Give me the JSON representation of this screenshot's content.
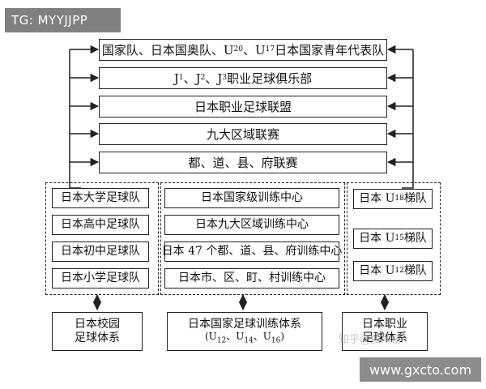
{
  "watermark_tag": "TG: MYYJJPP",
  "watermark_url": "www.gxcto.com",
  "watermark_zhihu": "知乎@独木桥",
  "tiers": {
    "t1": {
      "a": "国家队、日本国奥队、U",
      "s1": "20",
      "b": "、U",
      "s2": "17",
      "c": " 日本国家青年代表队"
    },
    "t2": {
      "a": "J",
      "s1": "1",
      "b": "、J",
      "s2": "2",
      "c": "、J",
      "s3": "3",
      "d": " 职业足球俱乐部"
    },
    "t3": "日本职业足球联盟",
    "t4": "九大区域联赛",
    "t5": "都、道、县、府联赛"
  },
  "left_group": [
    "日本大学足球队",
    "日本高中足球队",
    "日本初中足球队",
    "日本小学足球队"
  ],
  "middle_group": [
    "日本国家级训练中心",
    "日本九大区域训练中心",
    "日本 47 个都、道、县、府训练中心",
    "日本市、区、町、村训练中心"
  ],
  "right_group": [
    {
      "a": "日本 U",
      "s": "18",
      "b": " 梯队"
    },
    {
      "a": "日本 U",
      "s": "15",
      "b": " 梯队"
    },
    {
      "a": "日本 U",
      "s": "12",
      "b": " 梯队"
    }
  ],
  "bottom": {
    "left": {
      "line1": "日本校园",
      "line2": "足球体系"
    },
    "middle": {
      "line1": "日本国家足球训练体系",
      "p_open": "(U",
      "s1": "12",
      "b": "、U",
      "s2": "14",
      "c": "、U",
      "s3": "16",
      "p_close": ")"
    },
    "right": {
      "line1": "日本职业",
      "line2": "足球体系"
    }
  }
}
